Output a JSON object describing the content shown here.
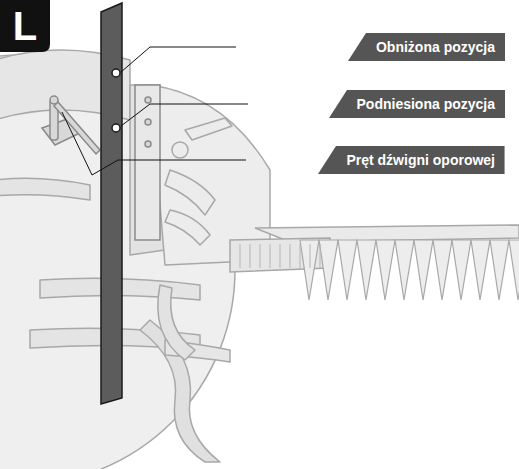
{
  "diagram": {
    "nodes": [
      {
        "text": [
          "L"
        ]
      },
      {
        "text": [
          "Obniżona pozycja"
        ]
      },
      {
        "text": [
          "Podniesiona pozycja"
        ]
      },
      {
        "text": [
          "Pręt dźwigni oporowej"
        ]
      }
    ]
  }
}
